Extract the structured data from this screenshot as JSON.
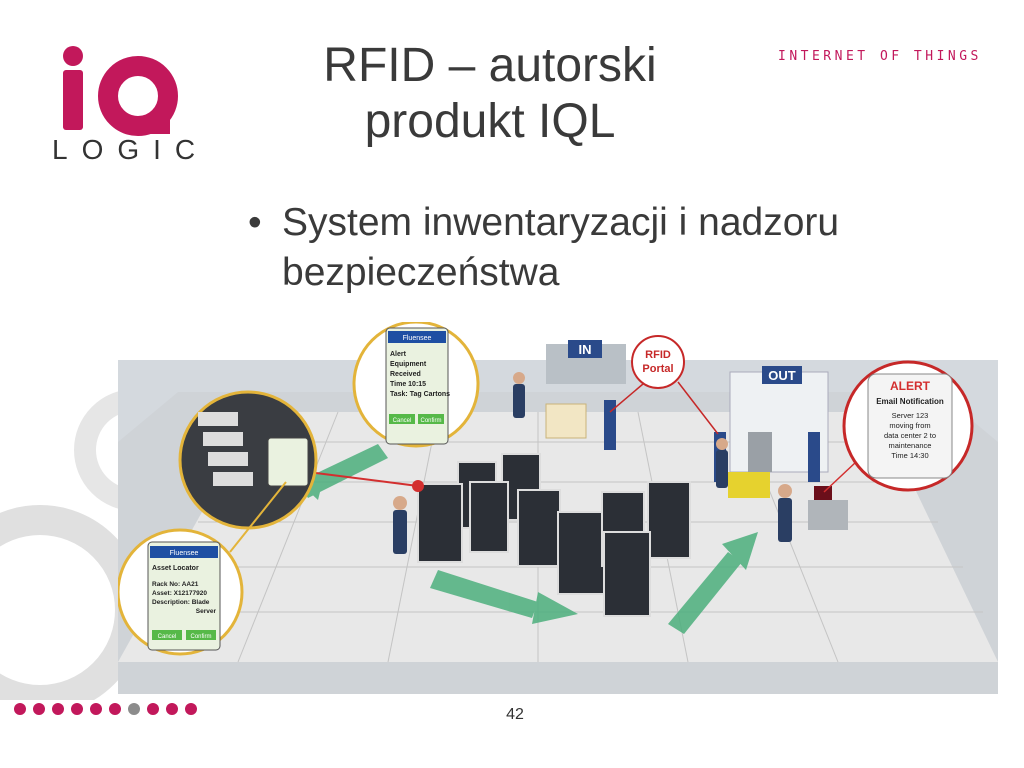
{
  "logo": {
    "word": "LOGIC"
  },
  "slide": {
    "title_line1": "RFID – autorski",
    "title_line2": "produkt IQL",
    "tagline": "INTERNET OF THINGS",
    "bullet": "System inwentaryzacji i nadzoru bezpieczeństwa",
    "page_number": "42"
  },
  "illustration": {
    "sign_in": "IN",
    "sign_out": "OUT",
    "portal_label_1": "RFID",
    "portal_label_2": "Portal",
    "alert_bubble": {
      "brand": "Fluensee",
      "lines": [
        "Alert",
        "Equipment",
        "Received",
        "Time 10:15",
        "Task: Tag Cartons"
      ],
      "cancel": "Cancel",
      "confirm": "Confirm"
    },
    "locator_bubble": {
      "brand": "Fluensee",
      "title": "Asset Locator",
      "lines": [
        "Rack No: AA21",
        "Asset: X12177920",
        "Description: Blade",
        "Server"
      ],
      "cancel": "Cancel",
      "confirm": "Confirm"
    },
    "email_bubble": {
      "header": "ALERT",
      "title": "Email Notification",
      "lines": [
        "Server 123",
        "moving from",
        "data center 2 to",
        "maintenance",
        "Time 14:30"
      ]
    }
  },
  "colors": {
    "logo_pink": "#c2185b",
    "dot_pink": "#c2185b",
    "dot_grey": "#8c8c8c",
    "arrow_green": "#3cb371",
    "alert_red": "#d32f2f"
  }
}
